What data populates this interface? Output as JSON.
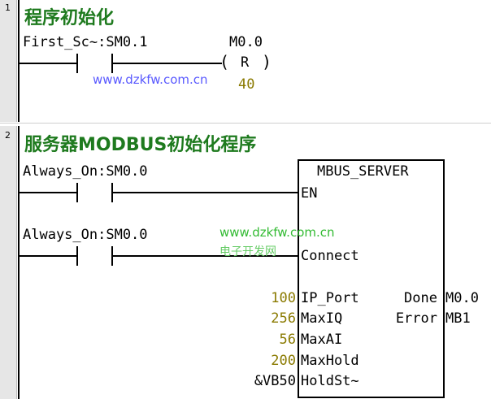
{
  "networks": [
    {
      "number": "1",
      "title": "程序初始化",
      "contact_label": "First_Sc~:SM0.1",
      "coil_address": "M0.0",
      "coil_type": "R",
      "coil_count": "40"
    },
    {
      "number": "2",
      "title": "服务器MODBUS初始化程序",
      "contact1_label": "Always_On:SM0.0",
      "contact2_label": "Always_On:SM0.0",
      "block": {
        "name": "MBUS_SERVER",
        "en": "EN",
        "connect": "Connect",
        "inputs": [
          {
            "value": "100",
            "pin": "IP_Port"
          },
          {
            "value": "256",
            "pin": "MaxIQ"
          },
          {
            "value": "56",
            "pin": "MaxAI"
          },
          {
            "value": "200",
            "pin": "MaxHold"
          },
          {
            "value": "&VB50",
            "pin": "HoldSt~"
          }
        ],
        "outputs": [
          {
            "pin": "Done",
            "value": "M0.0"
          },
          {
            "pin": "Error",
            "value": "MB1"
          }
        ]
      }
    }
  ],
  "watermarks": {
    "url1": "www.dzkfw.com.cn",
    "url2": "www.dzkfw.com.cn",
    "cn": "电子开发网"
  }
}
